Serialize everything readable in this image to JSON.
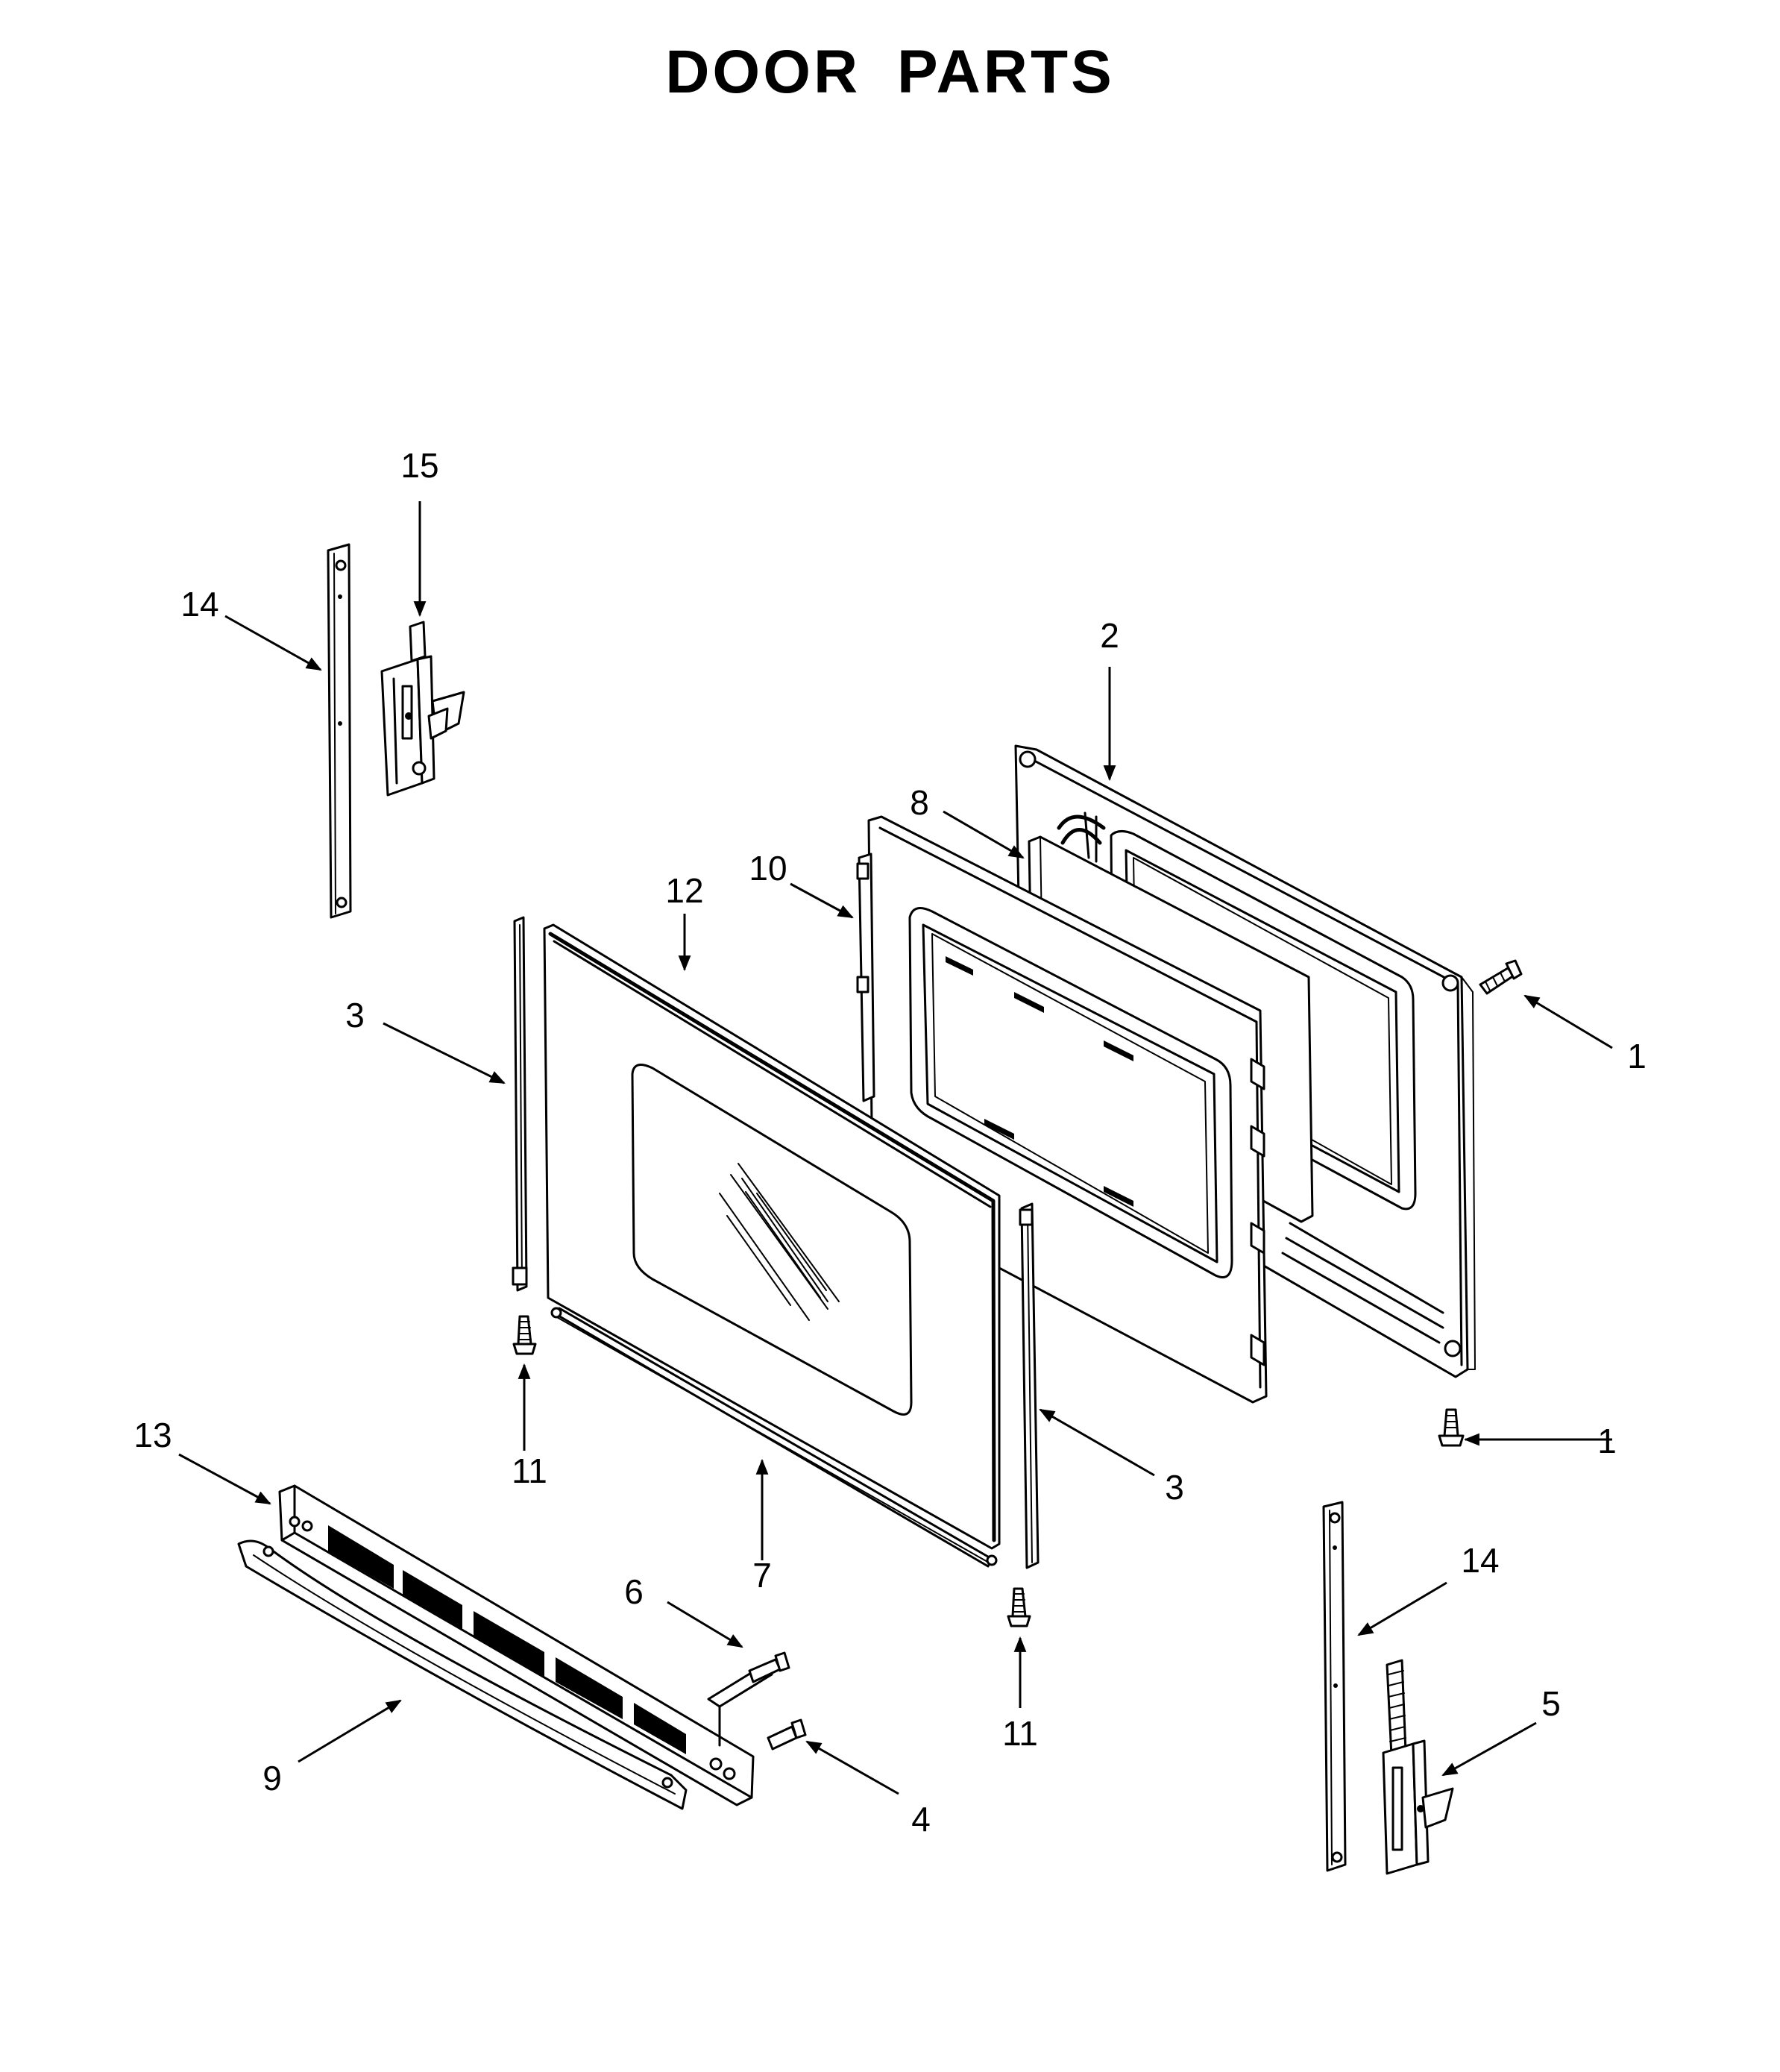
{
  "title": "DOOR PARTS",
  "callouts": {
    "c1a": "1",
    "c1b": "1",
    "c2": "2",
    "c3a": "3",
    "c3b": "3",
    "c4": "4",
    "c5": "5",
    "c6": "6",
    "c7": "7",
    "c8": "8",
    "c9": "9",
    "c10": "10",
    "c11a": "11",
    "c11b": "11",
    "c12": "12",
    "c13": "13",
    "c14a": "14",
    "c14b": "14",
    "c15": "15"
  }
}
